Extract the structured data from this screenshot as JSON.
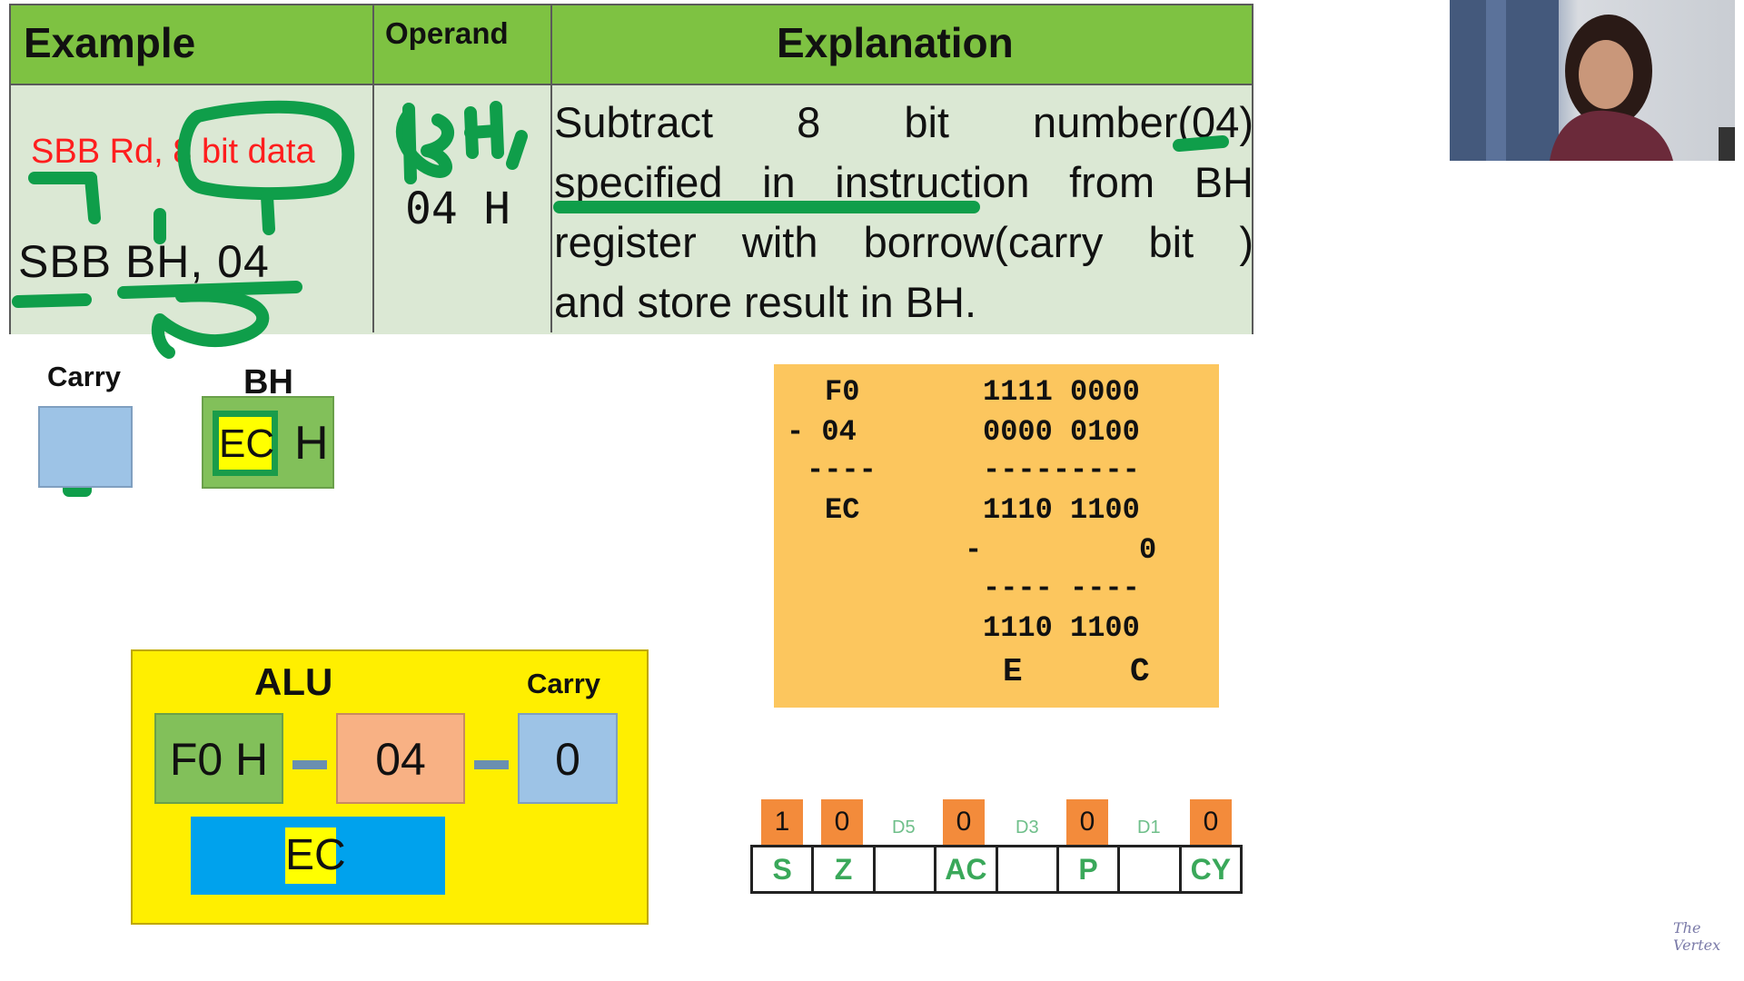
{
  "table": {
    "headers": {
      "example": "Example",
      "operand": "Operand",
      "explanation": "Explanation"
    },
    "syntax": "SBB Rd, 8 bit data",
    "example_instruction": "SBB BH, 04",
    "operand_value": "04 H",
    "explanation_lines": [
      "Subtract 8 bit number(04)",
      "specified in instruction from BH",
      "register with borrow(carry bit )",
      "and store result in BH."
    ]
  },
  "registers": {
    "carry_label": "Carry",
    "bh_label": "BH",
    "bh_value": "EC",
    "bh_suffix": "H"
  },
  "calculation": {
    "row1_left": "F0",
    "row1_right": "1111 0000",
    "row2_left": "- 04",
    "row2_right": "0000 0100",
    "row3_left": "----",
    "row3_right": "---------",
    "row4_left": "EC",
    "row4_right": "1110 1100",
    "row5_left": "-",
    "row5_right": "0",
    "row6_right": "---- ----",
    "row7_right": "1110 1100",
    "result_high": "E",
    "result_low": "C"
  },
  "alu": {
    "title": "ALU",
    "carry_label": "Carry",
    "operand_a": "F0 H",
    "operand_b": "04",
    "carry_in": "0",
    "result": "EC"
  },
  "flags": {
    "values": [
      "1",
      "0",
      "0",
      "0",
      "0"
    ],
    "unused_bits": [
      "D5",
      "D3",
      "D1"
    ],
    "names": [
      "S",
      "Z",
      "",
      "AC",
      "",
      "P",
      "",
      "CY"
    ]
  },
  "watermark": "The Vertex",
  "colors": {
    "header_green": "#7ec242",
    "body_green": "#dbe8d4",
    "syntax_red": "#ff1e1e",
    "ink_green": "#0f9e4a",
    "calc_orange": "#fcc65e",
    "alu_yellow": "#ffef00",
    "alu_out_blue": "#00a2ed",
    "flag_orange": "#f38b3b"
  }
}
